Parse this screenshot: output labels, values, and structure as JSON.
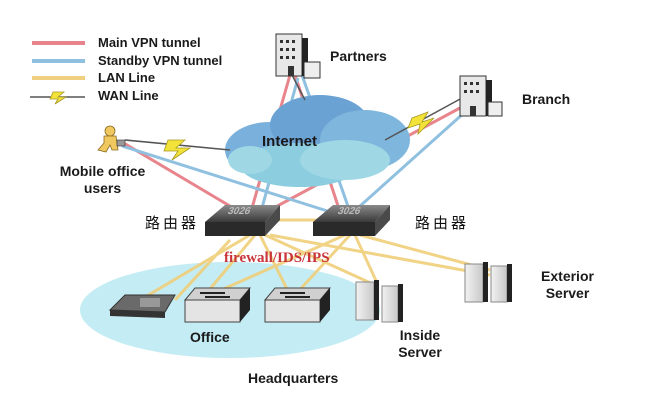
{
  "legend": [
    {
      "label": "Main VPN tunnel",
      "color": "#e8848c",
      "type": "line"
    },
    {
      "label": "Standby VPN tunnel",
      "color": "#8fc0e0",
      "type": "line"
    },
    {
      "label": "LAN Line",
      "color": "#f0d080",
      "type": "line"
    },
    {
      "label": "WAN Line",
      "color": "#555555",
      "type": "wan"
    }
  ],
  "nodes": {
    "partners": "Partners",
    "branch": "Branch",
    "internet": "Internet",
    "mobile_line1": "Mobile office",
    "mobile_line2": "users",
    "router_left": "路由器",
    "router_right": "路由器",
    "router_model_left": "3026",
    "router_model_right": "3026",
    "firewall": "firewall/IDS/IPS",
    "office": "Office",
    "inside_line1": "Inside",
    "inside_line2": "Server",
    "exterior_line1": "Exterior",
    "exterior_line2": "Server",
    "headquarters": "Headquarters"
  },
  "colors": {
    "main_vpn": "#e8848c",
    "standby_vpn": "#8fc0e0",
    "lan": "#f0d080",
    "wan": "#555555",
    "bolt": "#f2e23a",
    "hq_area": "#bfeaf2",
    "cloud": "#6fa6d6",
    "firewall_text": "#c8343a"
  }
}
